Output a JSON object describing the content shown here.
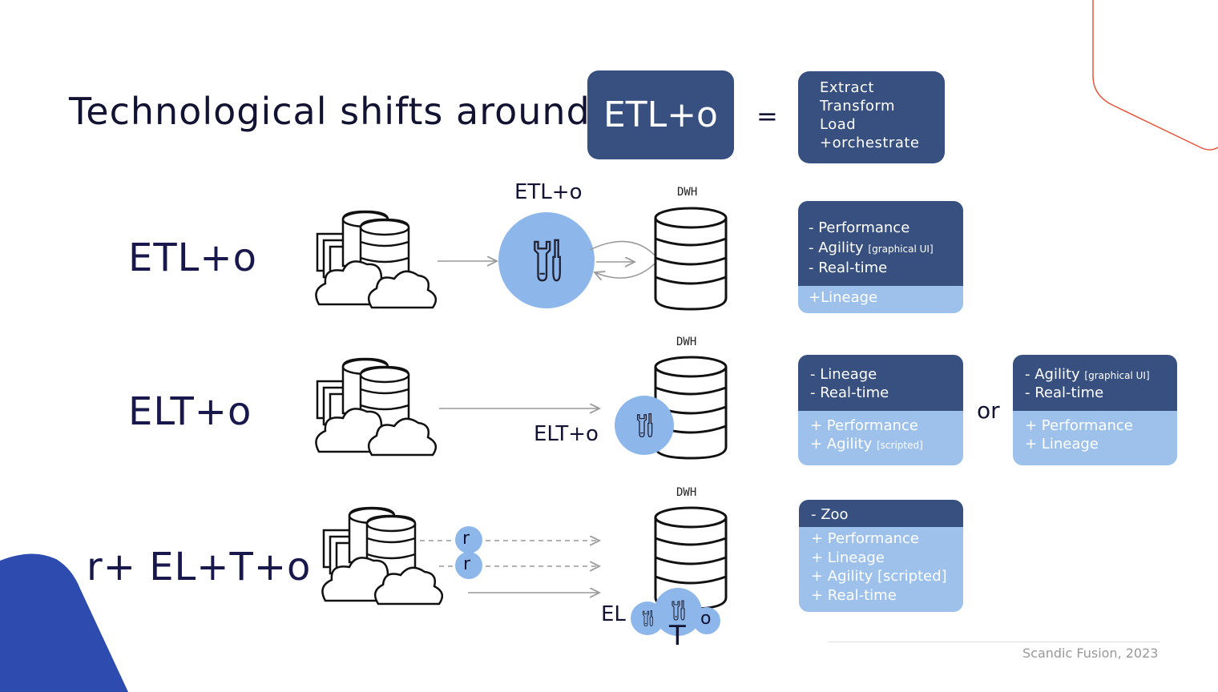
{
  "title": "Technological shifts around",
  "header_box": "ETL+o",
  "equals": "=",
  "definition": [
    "Extract",
    "Transform",
    "Load",
    "+orchestrate"
  ],
  "rows": [
    {
      "label": "ETL+o",
      "flow_label": "ETL+o",
      "dwh_label": "DWH",
      "card": {
        "top": [
          {
            "text": "- Performance",
            "small": ""
          },
          {
            "text": "- Agility ",
            "small": "[graphical UI]"
          },
          {
            "text": "- Real-time",
            "small": ""
          }
        ],
        "bottom": [
          {
            "text": "+Lineage",
            "small": ""
          }
        ]
      }
    },
    {
      "label": "ELT+o",
      "flow_label": "ELT+o",
      "dwh_label": "DWH",
      "card": {
        "top": [
          {
            "text": "- Lineage",
            "small": ""
          },
          {
            "text": "- Real-time",
            "small": ""
          }
        ],
        "bottom": [
          {
            "text": "+ Performance",
            "small": ""
          },
          {
            "text": "+ Agility ",
            "small": "[scripted]"
          }
        ]
      },
      "or": "or",
      "alt_card": {
        "top": [
          {
            "text": "- Agility ",
            "small": "[graphical UI]"
          },
          {
            "text": "- Real-time",
            "small": ""
          }
        ],
        "bottom": [
          {
            "text": "+ Performance",
            "small": ""
          },
          {
            "text": "+ Lineage",
            "small": ""
          }
        ]
      }
    },
    {
      "label": "r+ EL+T+o",
      "dwh_label": "DWH",
      "r1": "r",
      "r2": "r",
      "el": "EL",
      "t": "T",
      "o": "o",
      "card": {
        "top": [
          {
            "text": "- Zoo",
            "small": ""
          }
        ],
        "bottom": [
          {
            "text": "+ Performance",
            "small": ""
          },
          {
            "text": "+ Lineage",
            "small": ""
          },
          {
            "text": "+ Agility [scripted]",
            "small": ""
          },
          {
            "text": "+ Real-time",
            "small": ""
          }
        ]
      }
    }
  ],
  "footer": "Scandic Fusion, 2023",
  "colors": {
    "dark_blue": "#37507f",
    "light_blue": "#9dc1ea",
    "circle_blue": "#8db7ea",
    "accent_orange": "#e8553d",
    "corner_blue": "#2e4bb0"
  }
}
